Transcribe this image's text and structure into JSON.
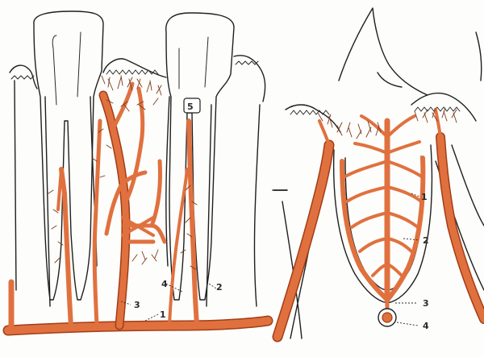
{
  "colors": {
    "vessel": "#e0713f",
    "vessel_edge": "#a23d16",
    "outline": "#1f1f1f",
    "background": "#fdfdfb"
  },
  "left_panel": {
    "labels": [
      "5",
      "4",
      "3",
      "2",
      "1"
    ]
  },
  "right_panel": {
    "labels": [
      "1",
      "2",
      "3",
      "4"
    ]
  }
}
